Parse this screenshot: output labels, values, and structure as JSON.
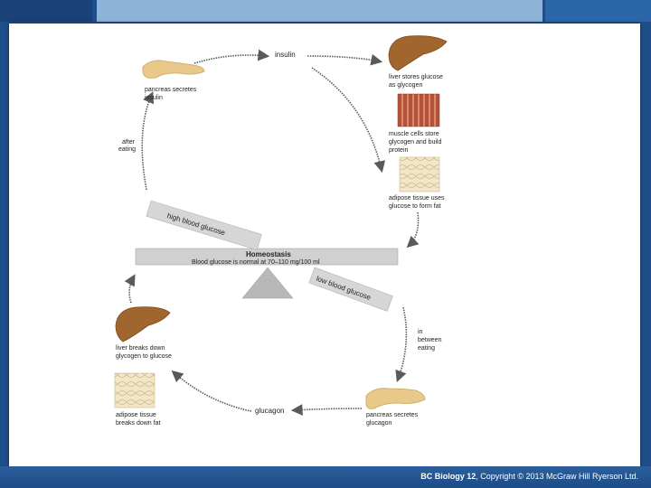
{
  "footer": {
    "book": "BC Biology 12",
    "copyright": ", Copyright © 2013 McGraw Hill Ryerson Ltd."
  },
  "diagram": {
    "insulin": "insulin",
    "glucagon": "glucagon",
    "pancreas_top": [
      "pancreas secretes",
      "insulin"
    ],
    "after_eating": [
      "after",
      "eating"
    ],
    "liver_top": [
      "liver stores glucose",
      "as glycogen"
    ],
    "muscle": [
      "muscle cells store",
      "glycogen and build",
      "protein"
    ],
    "adipose_top": [
      "adipose tissue uses",
      "glucose to form fat"
    ],
    "high_glucose": "high blood glucose",
    "low_glucose": "low blood glucose",
    "homeostasis_title": "Homeostasis",
    "homeostasis_text": "Blood glucose is normal at 70–110 mg/100 ml",
    "between_eating": [
      "in",
      "between",
      "eating"
    ],
    "liver_bottom": [
      "liver breaks down",
      "glycogen to glucose"
    ],
    "adipose_bottom": [
      "adipose tissue",
      "breaks down fat"
    ],
    "pancreas_bottom": [
      "pancreas secretes",
      "glucagon"
    ]
  },
  "colors": {
    "liver": "#a0662e",
    "pancreas": "#e8c98a",
    "muscle": "#b5533a",
    "adipose": "#f0e3c4",
    "arrow": "#5a5a5a"
  }
}
